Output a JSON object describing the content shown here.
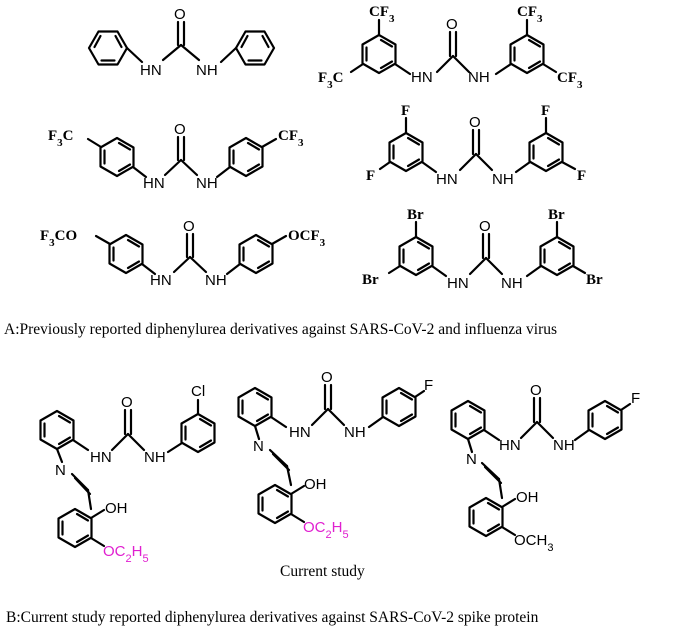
{
  "colors": {
    "bond": "#000000",
    "highlight": "#e020d0"
  },
  "atoms": {
    "hn": "HN",
    "nh": "NH",
    "o": "O",
    "n": "N",
    "oh": "OH",
    "cf3": "CF3",
    "f3c": "F3C",
    "f": "F",
    "br": "Br",
    "f3co": "F3CO",
    "ocf3": "OCF3",
    "cl": "Cl",
    "oc2h5": "OC2H5",
    "och3": "OCH3"
  },
  "captions": {
    "a": "A:Previously reported diphenylurea derivatives against SARS-CoV-2 and influenza virus",
    "current": "Current study",
    "b": "B:Current study reported diphenylurea derivatives against SARS-CoV-2 spike protein"
  }
}
